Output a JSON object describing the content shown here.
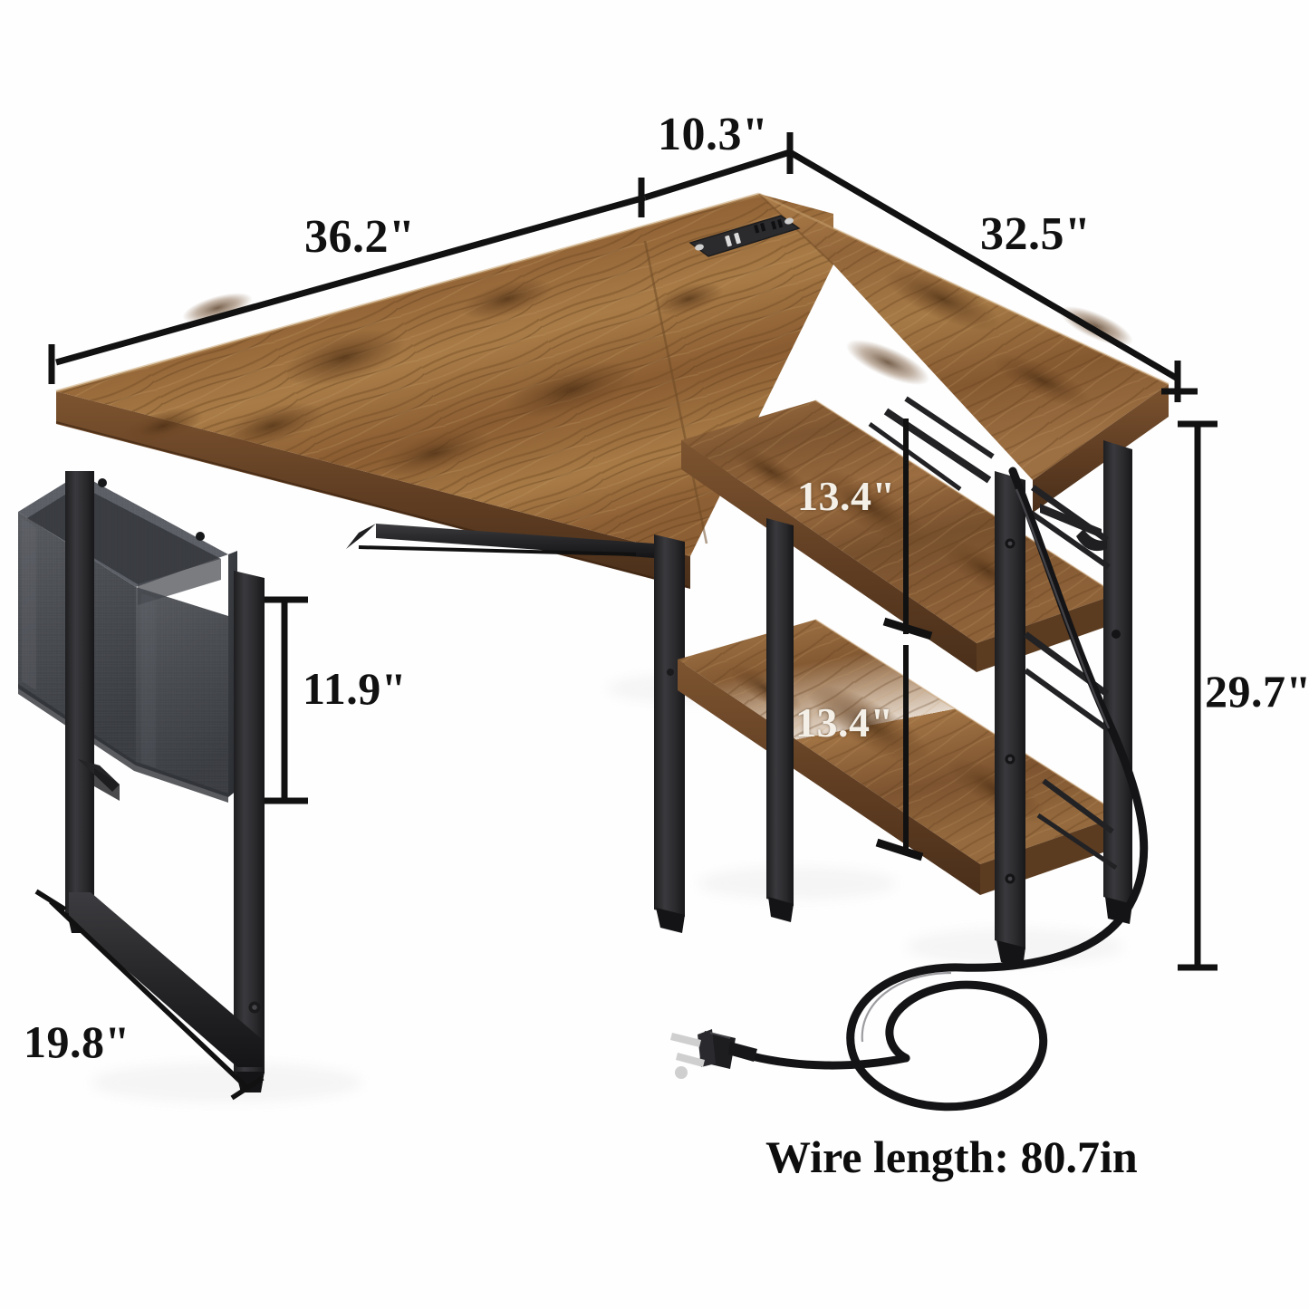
{
  "product": {
    "type": "l-shaped-computer-desk",
    "finish": "rustic brown wood with black metal frame",
    "wood_color": "#9a6a3c",
    "wood_dark": "#5a3a1e",
    "wood_light": "#c9a068",
    "metal_color": "#2c2c2e",
    "fabric_color": "#4a4c50",
    "background_color": "#fefefe",
    "label_color": "#111111",
    "white_label_color": "#f4f0e8"
  },
  "dimensions": {
    "desk_length": "36.2\"",
    "corner_return": "10.3\"",
    "desk_depth_right": "32.5\"",
    "shelf_height_upper": "13.4\"",
    "shelf_height_lower": "13.4\"",
    "legroom_height": "11.9\"",
    "base_depth": "19.8\"",
    "total_height": "29.7\""
  },
  "annotations": {
    "wire_length_note": "Wire length: 80.7in"
  },
  "parts": {
    "storage_bag": "side-storage-fabric-bag",
    "power_strip": "built-in-power-outlet-strip",
    "power_strip_ports": "2 USB ports and 2 AC outlets",
    "headphone_hook": "side-headphone-hook",
    "power_plug": "3-prong-us-plug",
    "upper_shelf": "upper-storage-shelf",
    "lower_shelf": "lower-storage-shelf"
  }
}
